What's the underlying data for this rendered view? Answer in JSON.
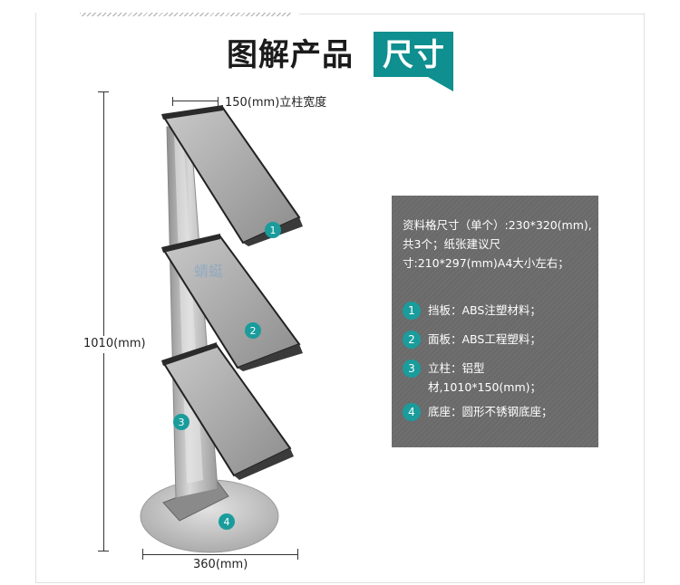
{
  "title": {
    "dark": "图解产品",
    "highlight": "尺寸"
  },
  "dimensions": {
    "width_post": "150(mm)立柱宽度",
    "height": "1010(mm)",
    "base": "360(mm)"
  },
  "callouts": [
    "1",
    "2",
    "3",
    "4"
  ],
  "watermark": "蜻蜓",
  "panel": {
    "desc": "资料格尺寸（单个）:230*320(mm),共3个；纸张建议尺寸:210*297(mm)A4大小左右；",
    "features": [
      {
        "num": "1",
        "text": "挡板：ABS注塑材料；"
      },
      {
        "num": "2",
        "text": "面板：ABS工程塑料；"
      },
      {
        "num": "3",
        "text": "立柱：铝型材,1010*150(mm)；"
      },
      {
        "num": "4",
        "text": "底座：圆形不锈钢底座；"
      }
    ]
  },
  "colors": {
    "accent": "#0f8f8f",
    "panel_bg": "#6a6a6a",
    "badge": "#1a9c9c"
  }
}
